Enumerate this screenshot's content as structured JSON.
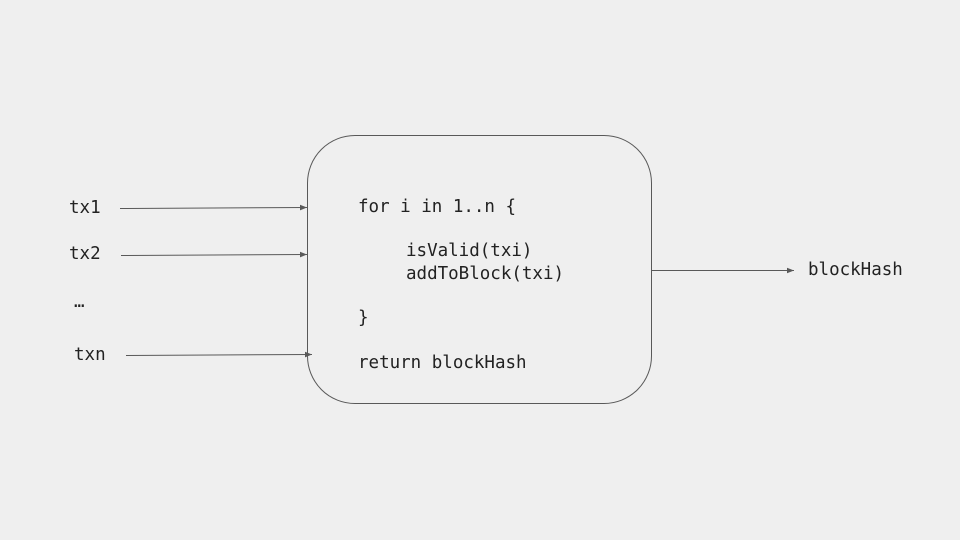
{
  "inputs": [
    {
      "label": "tx1"
    },
    {
      "label": "tx2"
    },
    {
      "label": "…"
    },
    {
      "label": "txn"
    }
  ],
  "process": {
    "code_lines": [
      "for i in 1..n {",
      "isValid(txi)",
      "addToBlock(txi)",
      "}",
      "return blockHash"
    ]
  },
  "output": {
    "label": "blockHash"
  },
  "colors": {
    "background": "#efefef",
    "stroke": "#595959",
    "text": "#222222"
  }
}
